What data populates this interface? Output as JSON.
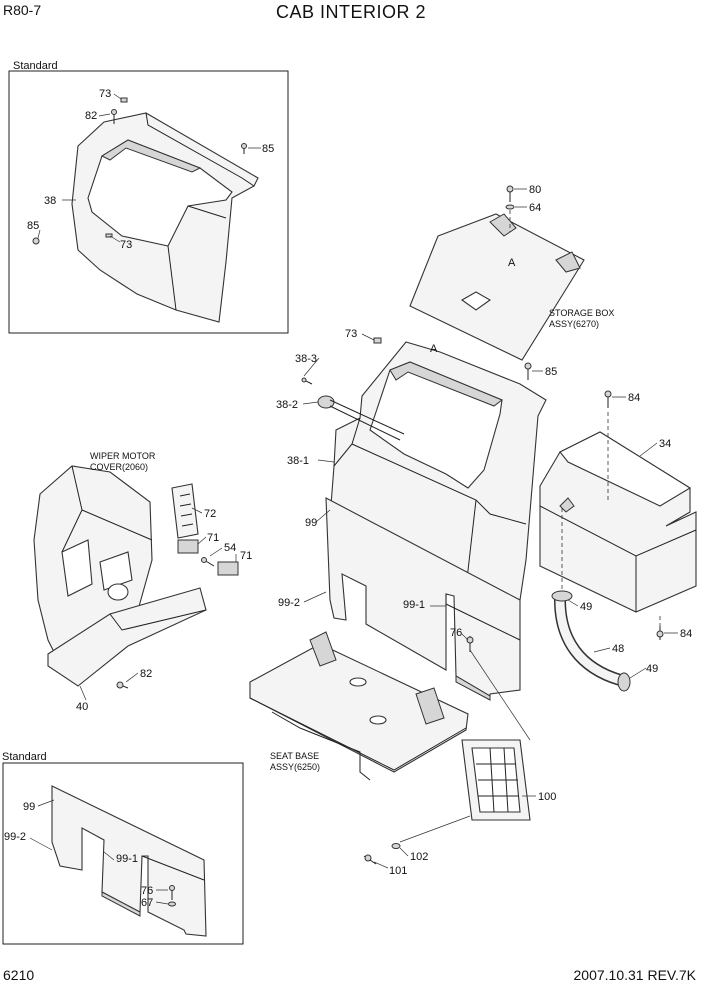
{
  "header": {
    "model": "R80-7",
    "title": "CAB INTERIOR 2"
  },
  "footer": {
    "page_number": "6210",
    "revision": "2007.10.31  REV.7K"
  },
  "insets": {
    "standard_top": "Standard",
    "standard_bottom": "Standard"
  },
  "annotations": {
    "wiper_motor_cover_line1": "WIPER MOTOR",
    "wiper_motor_cover_line2": "COVER(2060)",
    "storage_box_line1": "STORAGE BOX",
    "storage_box_line2": "ASSY(6270)",
    "seat_base_line1": "SEAT BASE",
    "seat_base_line2": "ASSY(6250)",
    "detail_a_1": "A",
    "detail_a_2": "A"
  },
  "callouts": {
    "top_inset": [
      "73",
      "82",
      "85",
      "38",
      "85",
      "73"
    ],
    "main": [
      "80",
      "64",
      "73",
      "85",
      "38-3",
      "38-2",
      "84",
      "34",
      "38-1",
      "99",
      "49",
      "48",
      "49",
      "84",
      "99-2",
      "99-1",
      "76",
      "100",
      "102",
      "101"
    ],
    "left": [
      "72",
      "71",
      "54",
      "71",
      "82",
      "40"
    ],
    "bottom_inset": [
      "99",
      "99-2",
      "99-1",
      "76",
      "67"
    ]
  }
}
